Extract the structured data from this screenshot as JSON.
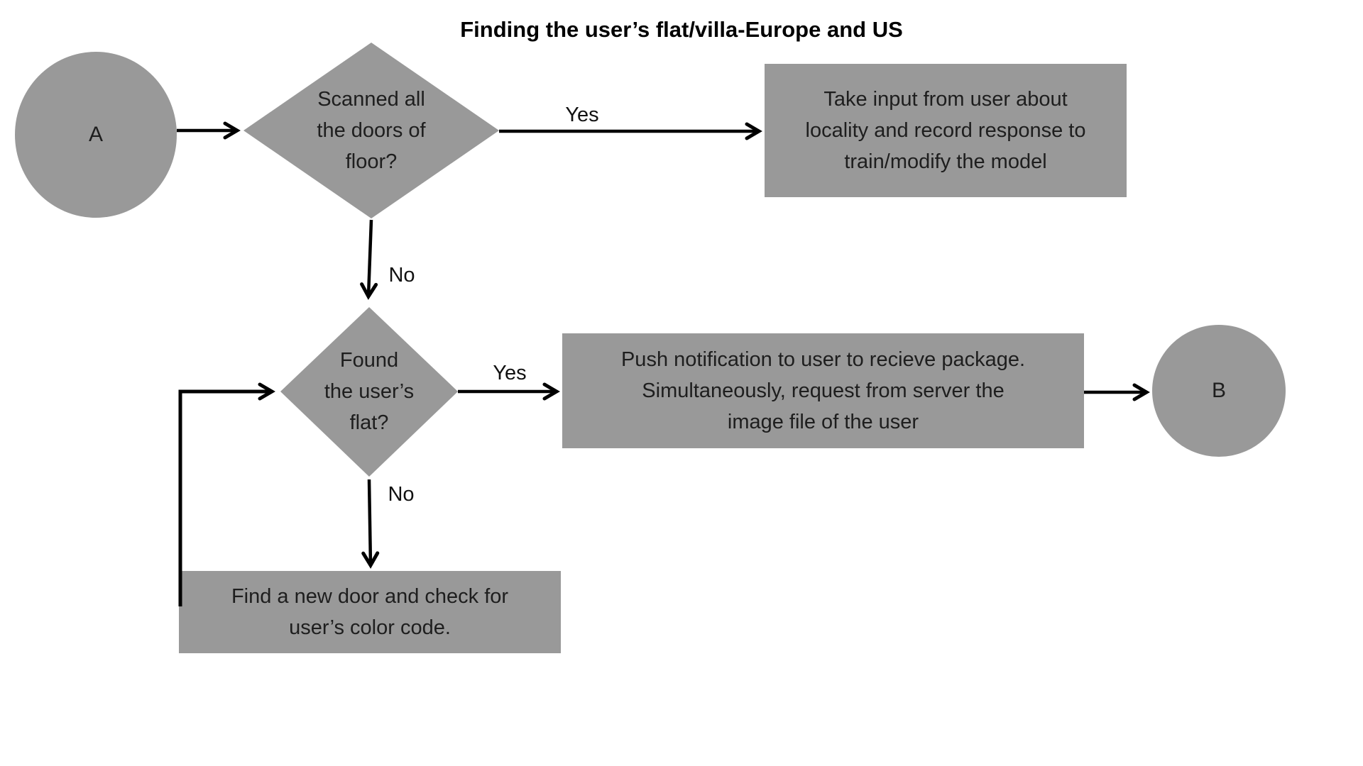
{
  "title": "Finding the user’s flat/villa-Europe and US",
  "colors": {
    "background": "#ffffff",
    "shape_fill": "#999999",
    "arrow": "#000000",
    "text": "#1e1e1e",
    "title_color": "#000000"
  },
  "nodes": {
    "start": {
      "type": "terminator",
      "label": "A"
    },
    "decision1": {
      "type": "decision",
      "lines": [
        "Scanned all",
        "the doors of",
        "floor?"
      ]
    },
    "process_take_input": {
      "type": "process",
      "lines": [
        "Take input from user about",
        "locality and record response to",
        "train/modify the model"
      ]
    },
    "decision2": {
      "type": "decision",
      "lines": [
        "Found",
        "the user’s",
        "flat?"
      ]
    },
    "process_push": {
      "type": "process",
      "lines": [
        "Push notification to user to recieve package.",
        "Simultaneously, request from server the",
        "image file of the user"
      ]
    },
    "process_find_door": {
      "type": "process",
      "lines": [
        "Find a new door and check for",
        "user’s color code."
      ]
    },
    "end": {
      "type": "terminator",
      "label": "B"
    }
  },
  "edges": {
    "decision1_yes": "Yes",
    "decision1_no": "No",
    "decision2_yes": "Yes",
    "decision2_no": "No"
  }
}
